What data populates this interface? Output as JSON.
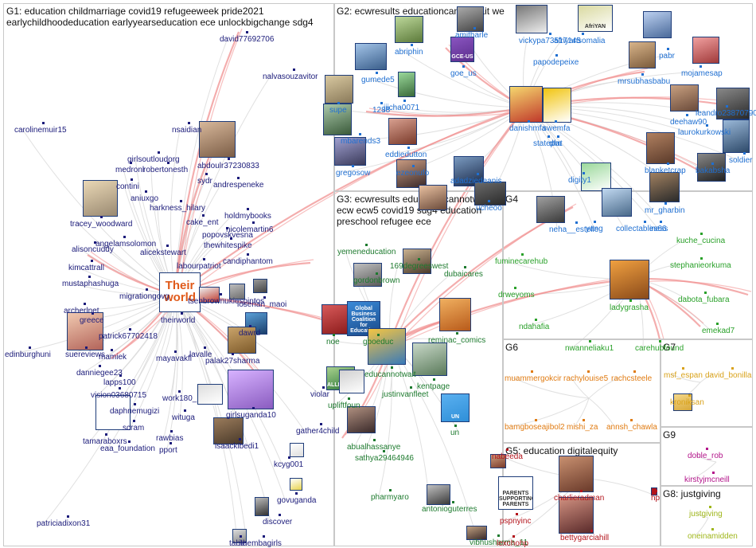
{
  "colors": {
    "g1": "#1b1b7a",
    "g2": "#1f6fd1",
    "g3": "#1d7a2e",
    "g4": "#2aa12a",
    "g5": "#b3131b",
    "g6": "#e07b12",
    "g7": "#d9a21a",
    "g8": "#9fb61a",
    "g9": "#b3148a",
    "edge_main": "#f08a8a",
    "edge_light": "#d8d8d8",
    "box_border": "#c8c8c8"
  },
  "groups": [
    {
      "id": "g1",
      "title": "G1: education childmarriage covid19 refugeeweek pride2021\nearlychildhoodeducation earlyyearseducation ece unlockbigchange sdg4"
    },
    {
      "id": "g2",
      "title": "G2: ecwresults educationcannotwait we"
    },
    {
      "id": "g3",
      "title": "G3: ecwresults educationcannotwait\necw ecw5 covid19 sdg4 education\npreschool refugee ece"
    },
    {
      "id": "g4",
      "title": "G4"
    },
    {
      "id": "g5",
      "title": "G5: education digitalequity"
    },
    {
      "id": "g6",
      "title": "G6"
    },
    {
      "id": "g7",
      "title": "G7"
    },
    {
      "id": "g8",
      "title": "G8: justgiving"
    },
    {
      "id": "g9",
      "title": "G9"
    }
  ],
  "nodes": {
    "g1": [
      "david77692706",
      "nalvasouzavitor",
      "carolinemuir15",
      "nsaidian",
      "girlsoutloudorg",
      "medronl",
      "robertonesth",
      "abdoulr37230833",
      "contini",
      "sydr",
      "andrespeneke",
      "aniuxgo",
      "harkness_hilary",
      "cake_ent",
      "tracey_woodward",
      "holdmybooks",
      "angelamsolomon",
      "nicolemartin6",
      "alisoncuddy",
      "alicekstewart",
      "popovskvesna",
      "thewhitespike",
      "kimcattrall",
      "candiphantom",
      "labourpatriot",
      "mustaphashuga",
      "migrationgovg",
      "tsehbrownukiespintos",
      "loserian_maoi",
      "archerlnet",
      "greece",
      "theirworld",
      "patrick67702418",
      "edinburghuni",
      "suereviews",
      "mamiek",
      "dawrd",
      "danniegee23",
      "mayavakfi",
      "lavalle",
      "palak27sharma",
      "lapps100",
      "vision03680715",
      "work180_",
      "daphnemugizi",
      "wituga",
      "girlsuganda10",
      "tamaraboxrs",
      "scram",
      "rawbias",
      "eaa_foundation",
      "pport",
      "isaackibedi1",
      "gather4child",
      "kcyg001",
      "govuganda",
      "discover",
      "patriciadixon31",
      "table",
      "ithembagirls",
      "violar"
    ],
    "g2": [
      "amitharle",
      "vickypa73517145",
      "afriyansomalia",
      "abriphin",
      "goe_us",
      "papodepeixe",
      "pabr",
      "mrsubhasbabu",
      "mojamesap",
      "gumede5",
      "supe",
      "1288",
      "jiicha0071",
      "leandro23870790",
      "danishmfa",
      "swemfa",
      "deehaw90",
      "laurokurkowski",
      "mbarends3",
      "statepm",
      "dfat",
      "eddiedutton",
      "soldier",
      "gregosow",
      "ezeonufo",
      "blanketcrap",
      "bakabsha",
      "adadziedeanis",
      "digity1",
      "mr_gharbin",
      "ucheoo",
      "neha__estelle",
      "yang",
      "collectables66",
      "iness"
    ],
    "g3": [
      "yemeneducation",
      "169degreeswest",
      "gordonbrown",
      "dubaicares",
      "noe",
      "gboeduc",
      "reminac_comics",
      "educannotwait",
      "kentpage",
      "justinvanfleet",
      "upliftfoun",
      "abualhassanye",
      "sathya29464946",
      "un",
      "pharmyaro",
      "antonioguterres",
      "vibhusharma_11"
    ],
    "g4": [
      "fuminecarehub",
      "kuche_cucina",
      "stephanieorkuma",
      "drweyoms",
      "ladygrasha",
      "dabota_fubara",
      "ndahafia",
      "emekad7",
      "nwanneliaku1",
      "carehubfound"
    ],
    "g5": [
      "nabeeda",
      "charlieradman",
      "pspnyinc",
      "hp",
      "bettygarciahill",
      "lexchohp"
    ],
    "g6": [
      "muammergokcir",
      "rachylouise5",
      "rachcsteele",
      "bamgboseajibol2",
      "mishi_za",
      "annsh_chawla"
    ],
    "g7": [
      "msf_espan",
      "david_bonilla",
      "kroniksan"
    ],
    "g8": [
      "justgiving",
      "oneinamidden"
    ],
    "g9": [
      "doble_rob",
      "kirstyjmcneill"
    ]
  },
  "avatar_captions": {
    "theirworld": "Their world",
    "gce_us": "GCE-US",
    "afriyan": "AfriYAN",
    "education_alliance": "ALLIANCE",
    "gbc_education": "Global Business Coalition for Education",
    "un": "UN",
    "pspny": "PARENTS SUPPORTING PARENTS"
  }
}
